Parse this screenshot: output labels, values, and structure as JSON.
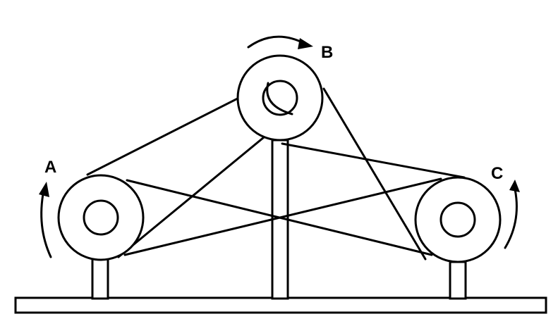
{
  "labels": {
    "a": "A",
    "b": "B",
    "c": "C"
  },
  "colors": {
    "ink": "#000000",
    "background": "#ffffff"
  },
  "icons": {
    "rotation_a": "counterclockwise-arrow-icon",
    "rotation_b": "clockwise-arrow-icon",
    "rotation_c": "counterclockwise-arrow-icon"
  }
}
